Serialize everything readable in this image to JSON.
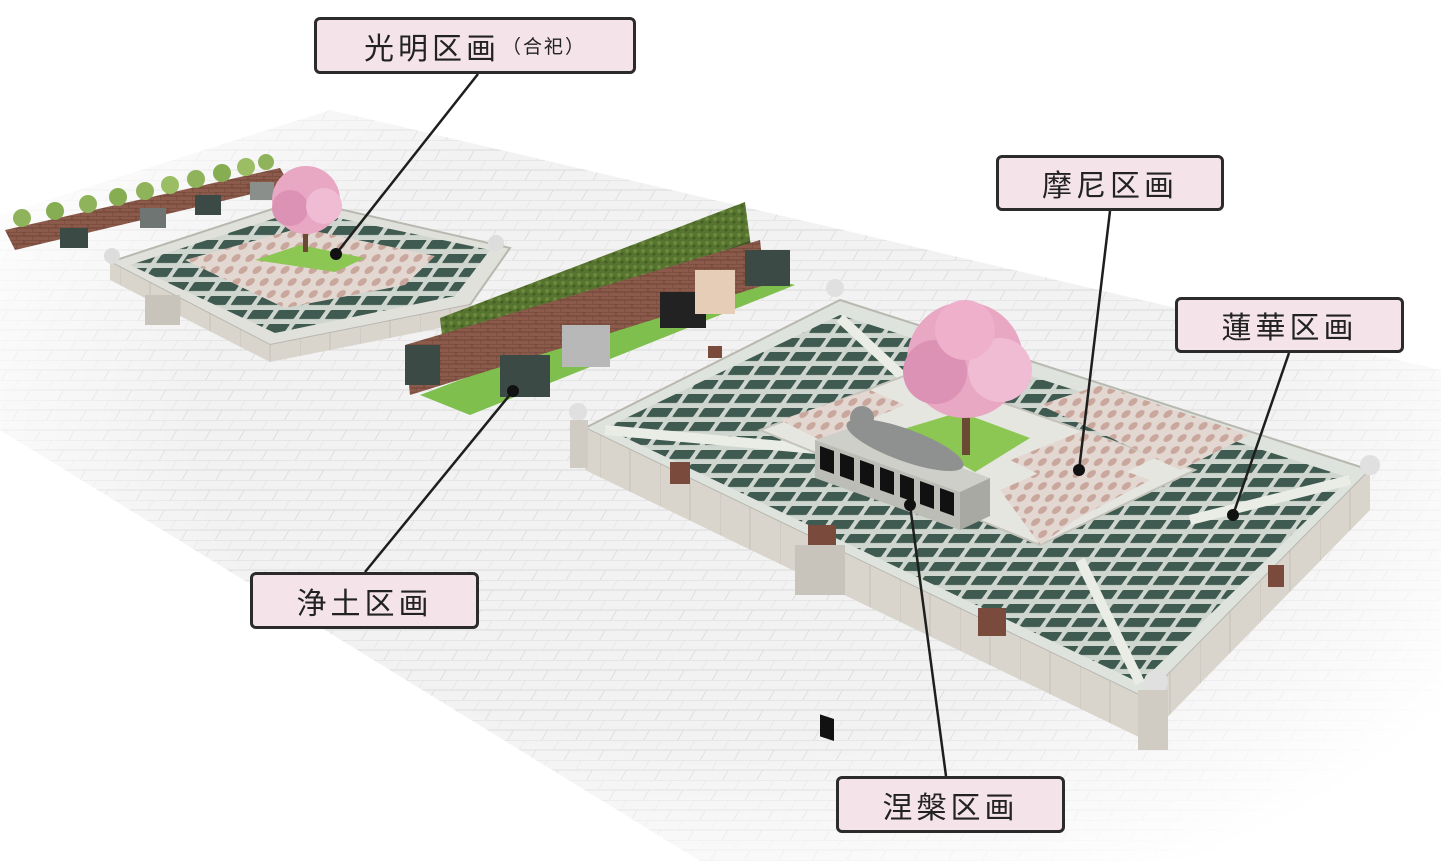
{
  "labels": {
    "komyo": {
      "main": "光明区画",
      "sub": "（合祀）"
    },
    "mani": "摩尼区画",
    "renge": "蓮華区画",
    "jodo": "浄土区画",
    "nehan": "涅槃区画"
  },
  "colors": {
    "label_fill": "#f4e4e9",
    "label_border": "#2b2b2b",
    "grave_stone": "#3f5a50",
    "paving": "#ececec",
    "wall": "#d8d4cc",
    "lawn": "#7fbf4e",
    "hedge": "#4f6b2a",
    "sakura": "#e8a7c3",
    "brick": "#8b5a4a"
  }
}
